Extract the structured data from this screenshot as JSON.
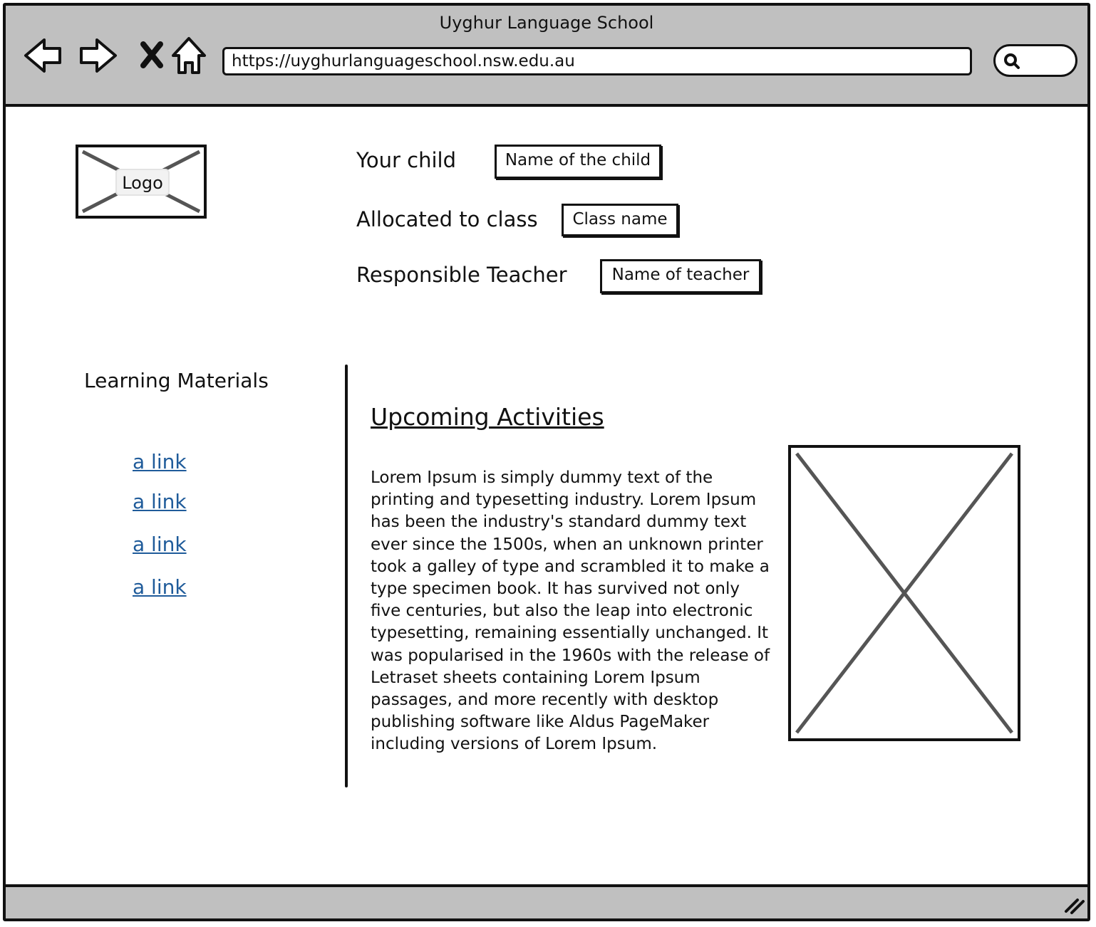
{
  "window": {
    "title": "Uyghur Language School",
    "url": "https://uyghurlanguageschool.nsw.edu.au",
    "nav_icons": [
      "back-arrow-icon",
      "forward-arrow-icon",
      "stop-icon",
      "home-icon"
    ],
    "search_icon": "search-icon",
    "resize_icon": "resize-grip-icon"
  },
  "header": {
    "logo_label": "Logo",
    "fields": [
      {
        "label": "Your child",
        "value": "Name of the child"
      },
      {
        "label": "Allocated to class",
        "value": "Class name"
      },
      {
        "label": "Responsible Teacher",
        "value": "Name of teacher"
      }
    ]
  },
  "sidebar": {
    "title": "Learning Materials",
    "links": [
      "a link",
      "a link",
      "a link",
      "a link"
    ]
  },
  "main": {
    "heading": "Upcoming Activities",
    "body": "Lorem Ipsum is simply dummy text of the printing and typesetting industry. Lorem Ipsum has been the industry's standard dummy text ever since the 1500s, when an unknown printer took a galley of type and scrambled it to make a type specimen book. It has survived not only five centuries, but also the leap into electronic typesetting, remaining essentially unchanged. It was popularised in the 1960s with the release of Letraset sheets containing Lorem Ipsum passages, and more recently with desktop publishing software like Aldus PageMaker including versions of Lorem Ipsum.",
    "image_icon": "image-placeholder-icon"
  },
  "colors": {
    "chrome": "#c0c0c0",
    "link": "#1f5b9a",
    "outline": "#111111"
  }
}
